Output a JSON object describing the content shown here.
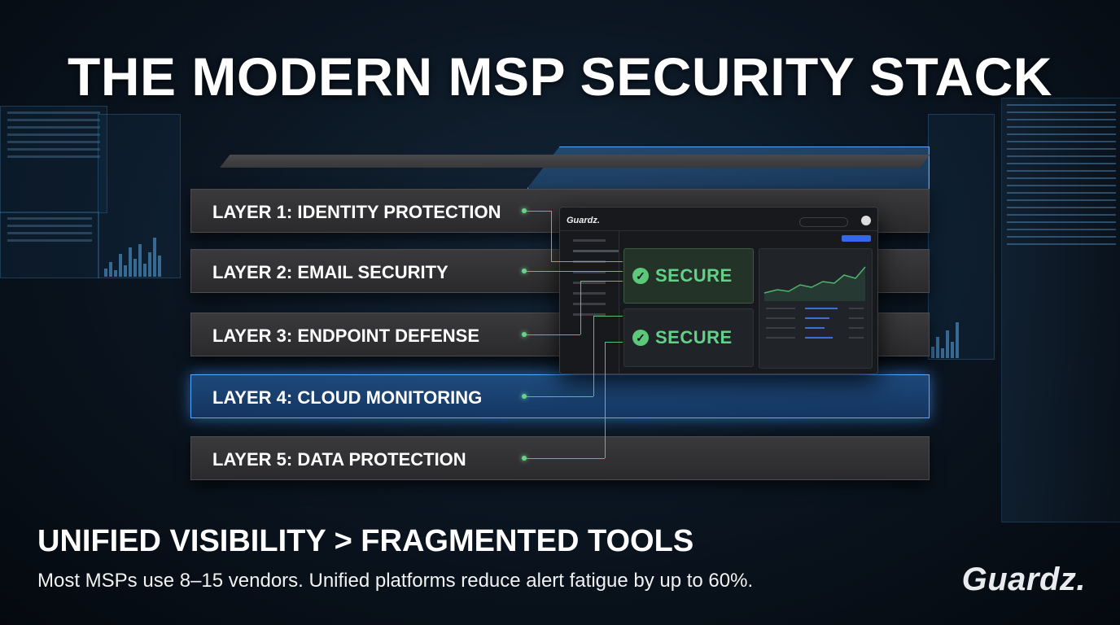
{
  "header": {
    "title": "THE MODERN MSP SECURITY STACK"
  },
  "layers": [
    {
      "label": "LAYER 1: IDENTITY PROTECTION",
      "style": "dark"
    },
    {
      "label": "LAYER 2: EMAIL SECURITY",
      "style": "dark"
    },
    {
      "label": "LAYER 3: ENDPOINT DEFENSE",
      "style": "dark"
    },
    {
      "label": "LAYER 4: CLOUD MONITORING",
      "style": "blue"
    },
    {
      "label": "LAYER 5: DATA PROTECTION",
      "style": "dark"
    }
  ],
  "dashboard": {
    "brand": "Guardz.",
    "status_cards": [
      {
        "status": "SECURE",
        "icon": "check-circle-icon"
      },
      {
        "status": "SECURE",
        "icon": "check-circle-icon"
      }
    ]
  },
  "footer": {
    "headline": "UNIFIED VISIBILITY > FRAGMENTED TOOLS",
    "description": "Most MSPs use 8–15 vendors. Unified platforms reduce alert fatigue by up to 60%.",
    "logo": "Guardz."
  },
  "colors": {
    "accent_green": "#62d288",
    "accent_blue": "#5aa7ff",
    "layer_dark": "#2f2f31"
  }
}
